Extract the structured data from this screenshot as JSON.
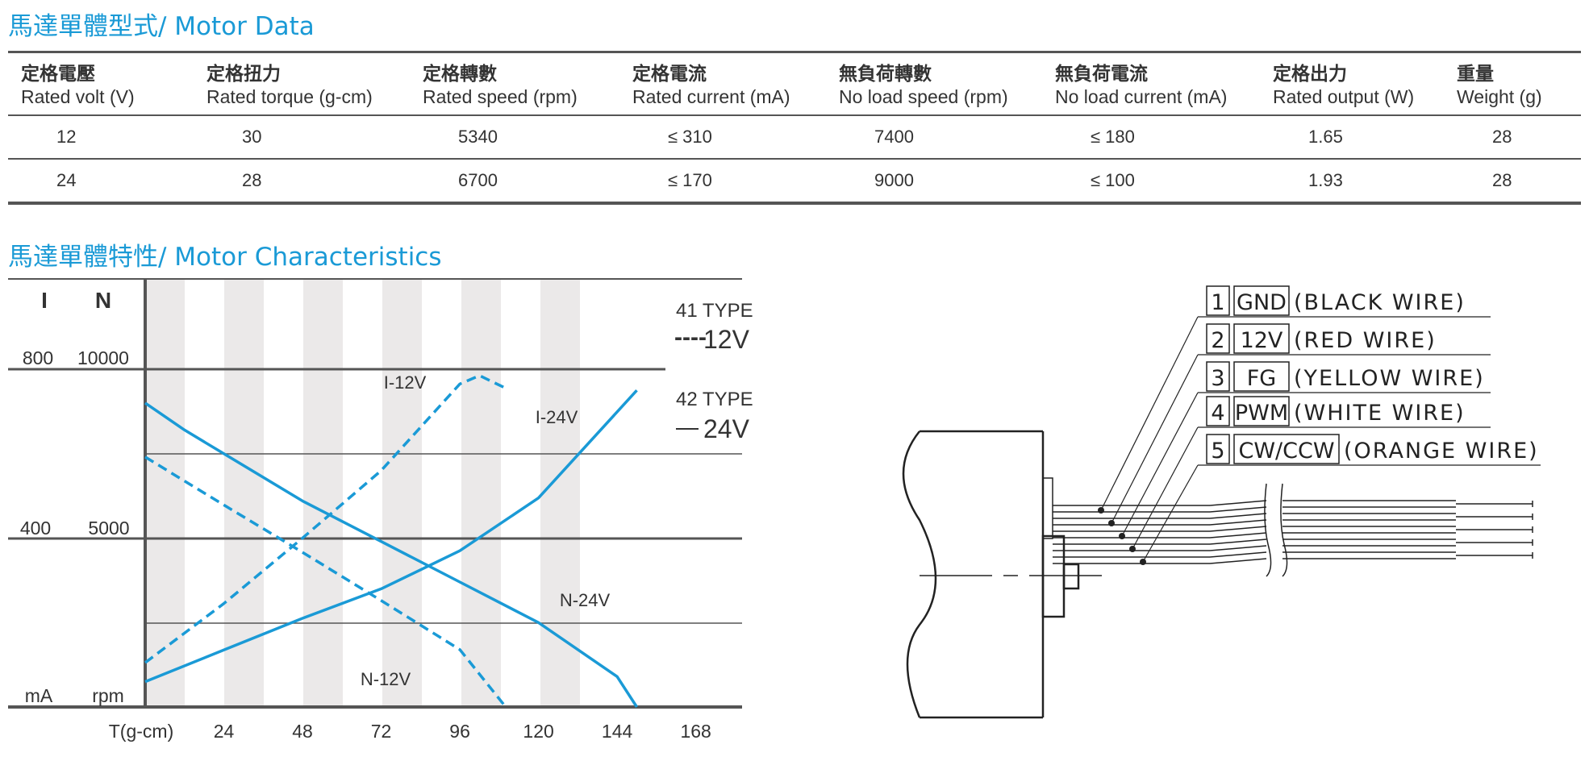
{
  "sections": {
    "data_title": "馬達單體型式/ Motor Data",
    "char_title": "馬達單體特性/ Motor Characteristics"
  },
  "table": {
    "headers": [
      {
        "zh": "定格電壓",
        "en": "Rated volt (V)"
      },
      {
        "zh": "定格扭力",
        "en": "Rated torque (g-cm)"
      },
      {
        "zh": "定格轉數",
        "en": "Rated speed (rpm)"
      },
      {
        "zh": "定格電流",
        "en": "Rated current (mA)"
      },
      {
        "zh": "無負荷轉數",
        "en": "No load speed (rpm)"
      },
      {
        "zh": "無負荷電流",
        "en": "No load current (mA)"
      },
      {
        "zh": "定格出力",
        "en": "Rated output (W)"
      },
      {
        "zh": "重量",
        "en": "Weight (g)"
      }
    ],
    "rows": [
      [
        "12",
        "30",
        "5340",
        "≤ 310",
        "7400",
        "≤ 180",
        "1.65",
        "28"
      ],
      [
        "24",
        "28",
        "6700",
        "≤ 170",
        "9000",
        "≤ 100",
        "1.93",
        "28"
      ]
    ]
  },
  "chart_data": {
    "type": "line",
    "axis_headers": {
      "current": "I",
      "speed": "N"
    },
    "y_ticks_current": [
      "800",
      "400"
    ],
    "y_ticks_speed": [
      "10000",
      "5000"
    ],
    "y_units": {
      "current": "mA",
      "speed": "rpm"
    },
    "x_label": "T(g-cm)",
    "x_ticks": [
      "24",
      "48",
      "72",
      "96",
      "120",
      "144",
      "168"
    ],
    "xlim": [
      0,
      168
    ],
    "ylim_current": [
      0,
      800
    ],
    "ylim_speed": [
      0,
      10000
    ],
    "legend": [
      {
        "type_label": "41 TYPE",
        "voltage_label": "12V",
        "style": "dashed"
      },
      {
        "type_label": "42 TYPE",
        "voltage_label": "24V",
        "style": "solid"
      }
    ],
    "series": [
      {
        "name": "I-12V",
        "axis": "current",
        "style": "dashed",
        "x": [
          0,
          24,
          48,
          72,
          96,
          102,
          110
        ],
        "y": [
          105,
          245,
          400,
          560,
          765,
          785,
          755
        ]
      },
      {
        "name": "N-12V",
        "axis": "speed",
        "style": "dashed",
        "x": [
          0,
          24,
          48,
          72,
          96,
          110
        ],
        "y": [
          7400,
          5980,
          4580,
          3150,
          1700,
          0
        ]
      },
      {
        "name": "I-24V",
        "axis": "current",
        "style": "solid",
        "x": [
          0,
          24,
          48,
          72,
          96,
          120,
          150
        ],
        "y": [
          60,
          135,
          210,
          280,
          370,
          495,
          750
        ]
      },
      {
        "name": "N-24V",
        "axis": "speed",
        "style": "solid",
        "x": [
          0,
          12,
          24,
          48,
          72,
          96,
          120,
          144,
          150
        ],
        "y": [
          9000,
          8200,
          7500,
          6100,
          4900,
          3700,
          2500,
          900,
          0
        ]
      }
    ],
    "color": "#1a9ad6"
  },
  "wiring": {
    "pins": [
      {
        "num": "1",
        "signal": "GND",
        "color": "(BLACK WIRE)"
      },
      {
        "num": "2",
        "signal": "12V",
        "color": "(RED WIRE)"
      },
      {
        "num": "3",
        "signal": "FG",
        "color": "(YELLOW WIRE)"
      },
      {
        "num": "4",
        "signal": "PWM",
        "color": "(WHITE WIRE)"
      },
      {
        "num": "5",
        "signal": "CW/CCW",
        "color": "(ORANGE WIRE)"
      }
    ]
  },
  "colors": {
    "accent": "#1a9ad6",
    "rule": "#555555",
    "stripe": "#ebe9e9"
  }
}
